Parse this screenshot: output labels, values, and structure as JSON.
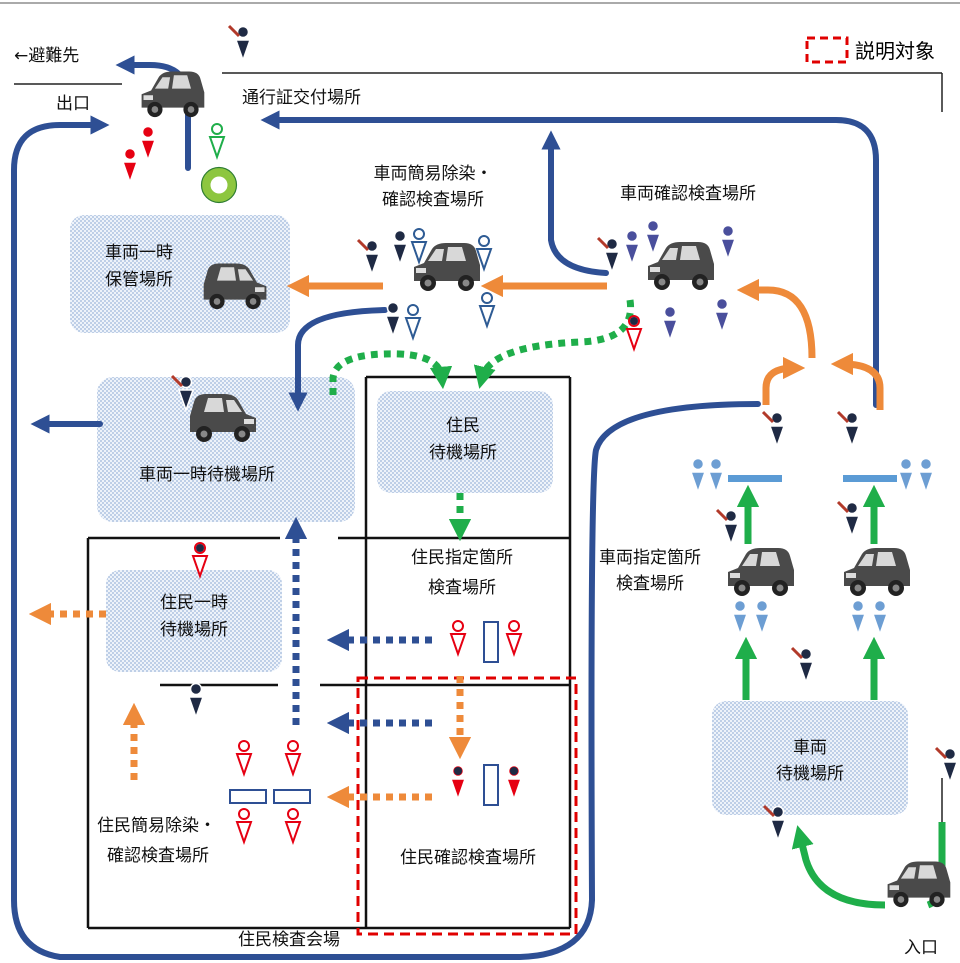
{
  "legend": {
    "label": "説明対象",
    "box_color": "#e00000"
  },
  "labels": {
    "evacuation": "←避難先",
    "exit": "出口",
    "pass_issue": "通行証交付場所",
    "vehicle_simple_decon_1": "車両簡易除染・",
    "vehicle_simple_decon_2": "確認検査場所",
    "vehicle_check": "車両確認検査場所",
    "vehicle_temp_storage_1": "車両一時",
    "vehicle_temp_storage_2": "保管場所",
    "vehicle_temp_wait": "車両一時待機場所",
    "resident_wait_1": "住民",
    "resident_wait_2": "待機場所",
    "resident_point_check_1": "住民指定箇所",
    "resident_point_check_2": "検査場所",
    "resident_temp_wait_1": "住民一時",
    "resident_temp_wait_2": "待機場所",
    "resident_simple_decon_1": "住民簡易除染・",
    "resident_simple_decon_2": "確認検査場所",
    "resident_check": "住民確認検査場所",
    "resident_venue": "住民検査会場",
    "vehicle_point_check_1": "車両指定箇所",
    "vehicle_point_check_2": "検査場所",
    "vehicle_wait_1": "車両",
    "vehicle_wait_2": "待機場所",
    "entrance": "入口"
  },
  "colors": {
    "vehicle_flow": "#2e4f94",
    "to_decon": "#ee8a3a",
    "resident_flow": "#1fae4a",
    "contaminated": "#e60012",
    "staff": "#1f2a44",
    "resident": "#6d9ed3",
    "vehicle": "#4a4a4a",
    "area_fill": "#b9cbe4"
  }
}
